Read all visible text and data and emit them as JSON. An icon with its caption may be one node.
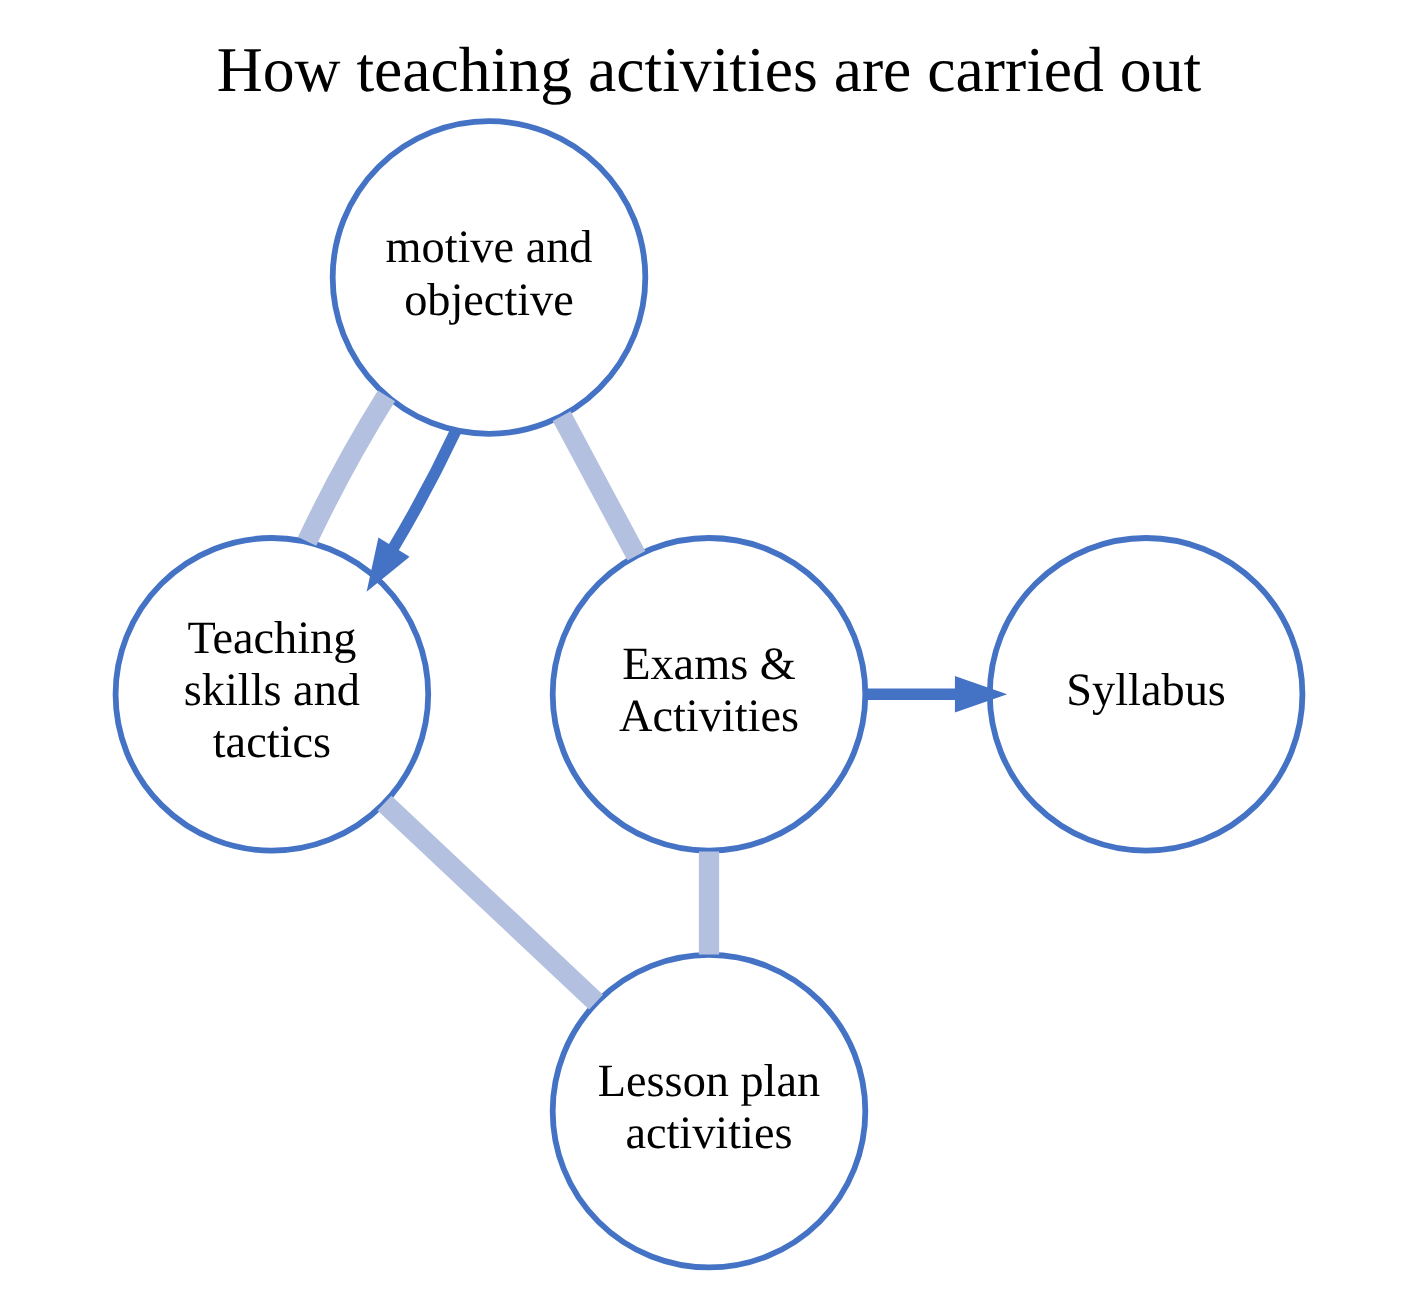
{
  "diagram": {
    "title": "How teaching activities are carried out",
    "nodes": [
      {
        "text": [
          "motive and objective"
        ]
      },
      {
        "text": [
          "Teaching skills and tactics"
        ]
      },
      {
        "text": [
          "Lesson plan activities"
        ]
      },
      {
        "text": [
          "Exams & Activities"
        ]
      },
      {
        "text": [
          "Syllabus"
        ]
      }
    ],
    "edges": [
      {
        "from": 0,
        "to": 1,
        "arrow": "none"
      },
      {
        "from": 1,
        "to": 2,
        "arrow": "none"
      },
      {
        "from": 2,
        "to": 3,
        "arrow": "none"
      },
      {
        "from": 3,
        "to": 0,
        "arrow": "none"
      },
      {
        "from": 0,
        "to": 1,
        "arrow": "to",
        "color": "#4472c4"
      },
      {
        "from": 3,
        "to": 4,
        "arrow": "to",
        "color": "#4472c4"
      }
    ]
  }
}
